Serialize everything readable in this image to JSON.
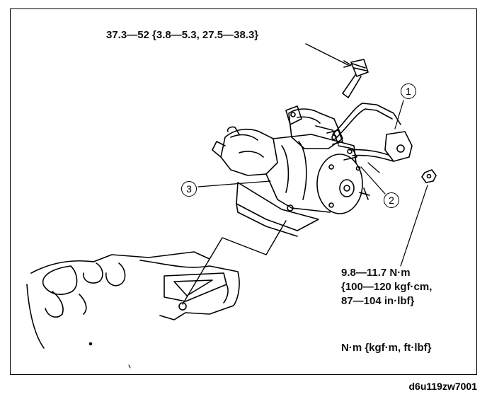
{
  "torque_bolt": "37.3—52 {3.8—5.3, 27.5—38.3}",
  "torque_nut": {
    "line1": "9.8—11.7 N·m",
    "line2": "{100—120 kgf·cm,",
    "line3": "87—104 in·lbf}"
  },
  "units_legend": "N·m {kgf·m, ft·lbf}",
  "callouts": [
    "1",
    "2",
    "3"
  ],
  "figure_code": "d6u119zw7001"
}
